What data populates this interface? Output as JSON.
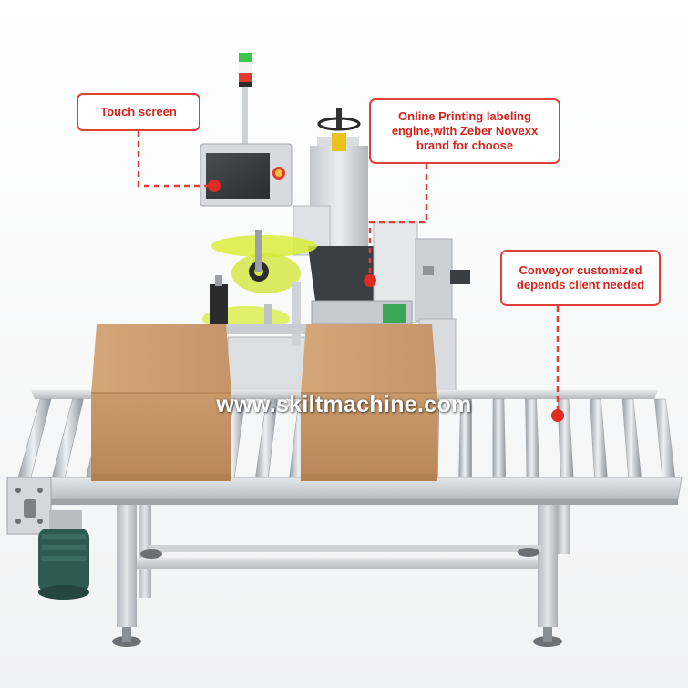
{
  "annotations": {
    "touch_screen": "Touch screen",
    "printing_engine": "Online Printing labeling engine,with Zeber Novexx brand for choose",
    "conveyor": "Conveyor customized depends client needed"
  },
  "watermark": "www.skiltmachine.com",
  "colors": {
    "callout_red": "#d8231c",
    "box_cardboard": "#c8976a",
    "conveyor_aluminum": "#c9ccd0",
    "motor_green": "#2f5a52",
    "touch_screen_glass": "#3a3c3f",
    "guide_plate_yellow": "#d8ec3a"
  }
}
